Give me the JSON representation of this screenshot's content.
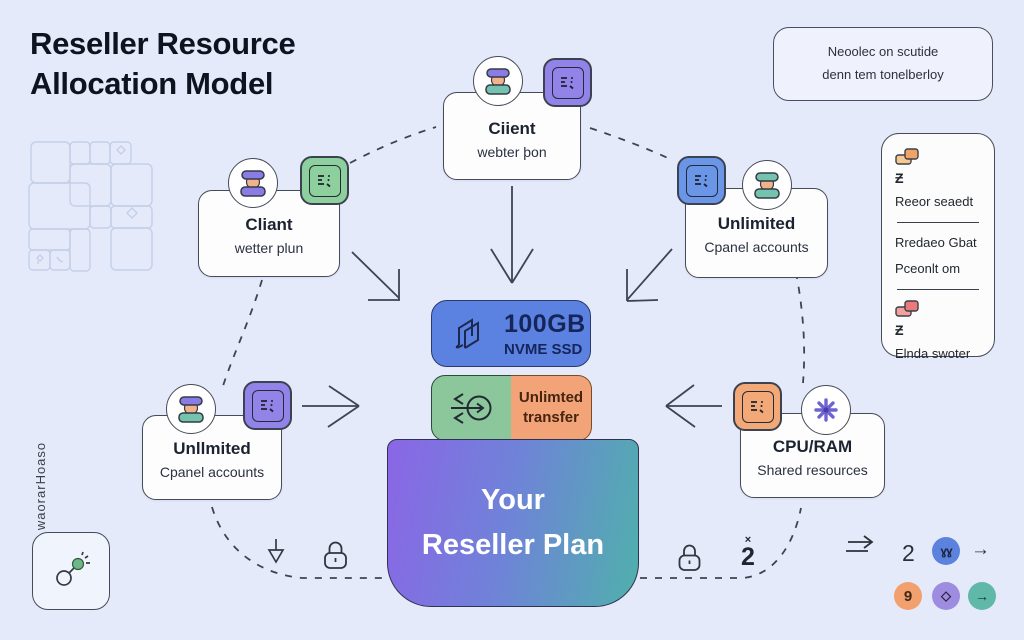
{
  "title": {
    "line1": "Reseller Resource",
    "line2": "Allocation Model"
  },
  "note": {
    "line1": "Neoolec on scutide",
    "line2": "denn tem tonelberloy"
  },
  "cards": {
    "top": {
      "title": "Ciient",
      "subtitle": "webter þon"
    },
    "left": {
      "title": "Cliant",
      "subtitle": "wetter plun"
    },
    "right": {
      "title": "Unlimited",
      "subtitle": "Cpanel accounts"
    },
    "mid_left": {
      "title": "Unllmited",
      "subtitle": "Cpanel accounts"
    },
    "mid_right": {
      "title": "CPU/RAM",
      "subtitle": "Shared resources"
    }
  },
  "center": {
    "storage": {
      "value": "100GB",
      "label": "NVME SSD"
    },
    "transfer": {
      "line1": "Unlimted",
      "line2": "transfer"
    },
    "plan": {
      "line1": "Your",
      "line2": "Reseller Plan"
    }
  },
  "side_panel": {
    "items": [
      {
        "block_glyph": "Ƶ",
        "label": "Reeor seaedt"
      },
      {
        "line1": "Rredaeo Gbat",
        "line2": "Pceonlt om"
      },
      {
        "block_glyph": "Ƶ",
        "label": "Elnda swoter"
      }
    ]
  },
  "vertical_label": "waorarHoaso",
  "annotations": {
    "x_mark": "×",
    "count": "2",
    "script_two": "2"
  },
  "badges": {
    "blue": "ɣɣ",
    "orange": "9",
    "purple": "◇",
    "teal": "→",
    "inline_arrow": "→"
  },
  "colors": {
    "background": "#e5eafb",
    "accent_blue": "#5b82e0",
    "accent_green": "#8ecf9e",
    "accent_orange": "#f3a878",
    "accent_purple": "#9183e8",
    "plan_gradient_start": "#8a66e6",
    "plan_gradient_end": "#4fb0ac"
  }
}
